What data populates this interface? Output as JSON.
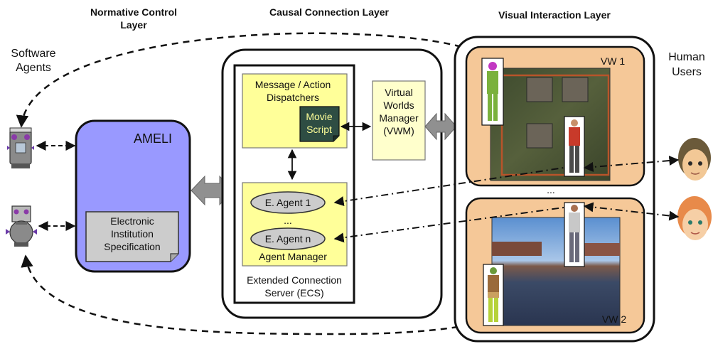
{
  "layers": {
    "normative": "Normative Control Layer",
    "normative_line1": "Normative Control",
    "normative_line2": "Layer",
    "causal": "Causal Connection Layer",
    "visual": "Visual Interaction Layer"
  },
  "side_labels": {
    "software_agents_line1": "Software",
    "software_agents_line2": "Agents",
    "human_users_line1": "Human",
    "human_users_line2": "Users"
  },
  "ameli": {
    "title": "AMELI",
    "spec_line1": "Electronic",
    "spec_line2": "Institution",
    "spec_line3": "Specification"
  },
  "ecs": {
    "dispatcher_line1": "Message / Action",
    "dispatcher_line2": "Dispatchers",
    "movie_line1": "Movie",
    "movie_line2": "Script",
    "agent1": "E. Agent 1",
    "ellipsis": "...",
    "agentn": "E. Agent n",
    "agent_manager": "Agent Manager",
    "server_line1": "Extended Connection",
    "server_line2": "Server (ECS)"
  },
  "vwm": {
    "line1": "Virtual",
    "line2": "Worlds",
    "line3": "Manager",
    "line4": "(VWM)"
  },
  "worlds": {
    "vw1": "VW 1",
    "vw2": "VW 2",
    "ellipsis": "..."
  },
  "colors": {
    "ameli_fill": "#9999ff",
    "yellow_fill": "#ffff99",
    "vwm_fill": "#ffffcc",
    "world_fill": "#f5c898",
    "movie_fill": "#2e4d43",
    "arrow_grey": "#909090"
  }
}
